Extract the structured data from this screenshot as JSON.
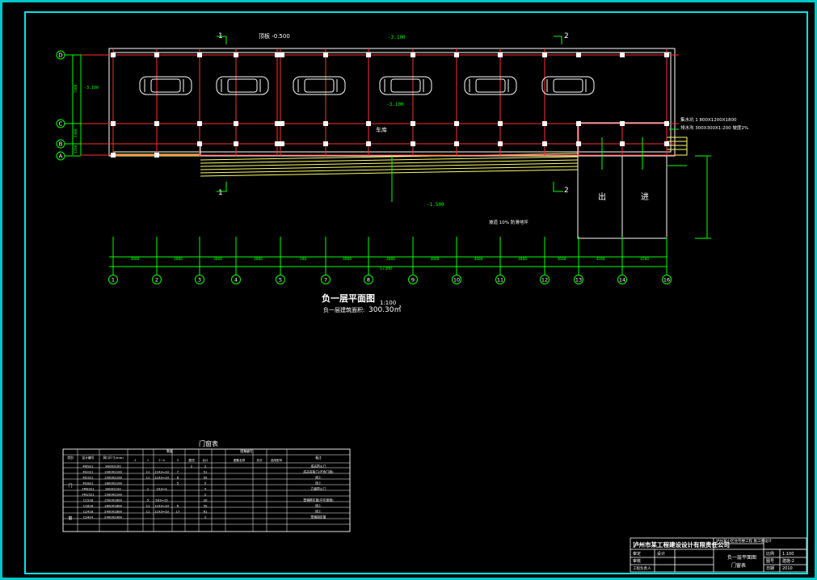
{
  "drawing": {
    "title": "负一层平面图",
    "scale": "1:100",
    "area_label": "负一层建筑面积:",
    "area_value": "300.30㎡",
    "room_label": "车库",
    "exit_label": "出",
    "entry_label": "进",
    "section_labels": [
      "1",
      "2"
    ],
    "row_axes": [
      "D",
      "C",
      "B",
      "A"
    ],
    "col_axes": [
      "1",
      "2",
      "3",
      "4",
      "5",
      "7",
      "8",
      "9",
      "10",
      "11",
      "12",
      "13",
      "14",
      "16"
    ],
    "col_dims": [
      "4800",
      "4800",
      "3600",
      "4800",
      "300",
      "4800",
      "4800",
      "4800",
      "4800",
      "4800",
      "3600",
      "4200",
      "4200"
    ],
    "total_dim": "57300",
    "row_dims": [
      "7200",
      "3300",
      "1200"
    ],
    "elev_top": "顶板 -0.500",
    "elev_floor": "-3.100",
    "elev_mid": "-3.100",
    "elev_ramp": "-1.500",
    "ramp_note": "坡道 10% 防滑地坪",
    "right_note_1": "集水坑 1 800X1200X1800",
    "right_note_2": "排水沟 300X300X1:200 坡度2%"
  },
  "door_schedule": {
    "title": "门窗表",
    "headers": [
      "类别",
      "设计编号",
      "洞口尺寸(mm)",
      "数量",
      "",
      "",
      "",
      "",
      "",
      "图集编号",
      "",
      "",
      "备注"
    ],
    "sub_headers": [
      "-1",
      "1",
      "2~4",
      "5",
      "屋顶",
      "合计",
      "图集名称",
      "页次",
      "选用型号"
    ],
    "categories": [
      "门",
      "窗"
    ],
    "rows": [
      [
        "M0921",
        "900X2100",
        "",
        "",
        "",
        "",
        "2",
        "2",
        "",
        "",
        "",
        "成品防火门"
      ],
      [
        "M1021",
        "1000X2100",
        "",
        "11",
        "11X3=33",
        "7",
        "",
        "51",
        "",
        "",
        "",
        "成品夹板门(不含门扇)"
      ],
      [
        "M1521",
        "1500X2100",
        "",
        "11",
        "11X3=33",
        "6",
        "",
        "50",
        "",
        "",
        "",
        "同上"
      ],
      [
        "M1821",
        "1800X2100",
        "",
        "",
        "",
        "5",
        "",
        "5",
        "",
        "",
        "",
        "同上"
      ],
      [
        "FM0921",
        "900X2100",
        "",
        "1",
        "1X3=3",
        "",
        "",
        "4",
        "",
        "",
        "",
        "乙级防火门"
      ],
      [
        "FM1521",
        "1500X2100",
        "",
        "",
        "",
        "",
        "",
        "2",
        "",
        "",
        "",
        ""
      ],
      [
        "C1518",
        "1500X1800",
        "",
        "5",
        "5X3=15",
        "",
        "",
        "20",
        "",
        "",
        "",
        "塑钢推拉窗(中空玻璃)"
      ],
      [
        "C1818",
        "1800X1800",
        "",
        "11",
        "11X3=33",
        "6",
        "",
        "50",
        "",
        "",
        "",
        "同上"
      ],
      [
        "C2418",
        "2400X1800",
        "",
        "11",
        "11X3=33",
        "17",
        "",
        "61",
        "",
        "",
        "",
        "同上"
      ],
      [
        "C2424",
        "2400X2400",
        "2",
        "",
        "",
        "",
        "",
        "2",
        "",
        "",
        "",
        "塑钢固定窗"
      ]
    ]
  },
  "title_block": {
    "company": "泸州市某工程建设设计有限责任公司",
    "project": "泸州某小区住宅楼工程 施工图设计",
    "drawing_name": "负一层平面图",
    "drawing_name_2": "门窗表",
    "row_labels": [
      "审定",
      "审核",
      "工程负责人",
      "设计"
    ],
    "col_labels": [
      "比例",
      "图号",
      "日期"
    ],
    "values": [
      "1:100",
      "建施-2",
      "2010"
    ]
  },
  "colors": {
    "frame": "#00e5e5",
    "axis": "#ff3030",
    "wall": "#ffffff",
    "dim": "#00ff00",
    "ramp": "#ffff66",
    "cyan": "#00ffff"
  }
}
